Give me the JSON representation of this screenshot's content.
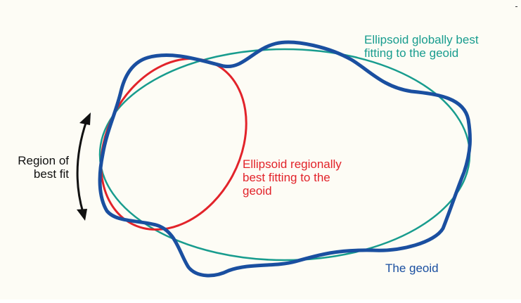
{
  "labels": {
    "global_ellipsoid": [
      "Ellipsoid globally best",
      "fitting to the geoid"
    ],
    "regional_ellipsoid": [
      "Ellipsoid regionally",
      "best fitting to the",
      "geoid"
    ],
    "geoid": "The geoid",
    "region_of_best_fit": [
      "Region of",
      "best fit"
    ]
  },
  "colors": {
    "background": "#fdfcf5",
    "geoid": "#1a4fa0",
    "global_ellipsoid": "#189c8e",
    "regional_ellipsoid": "#e2232a",
    "arrow": "#111111"
  }
}
